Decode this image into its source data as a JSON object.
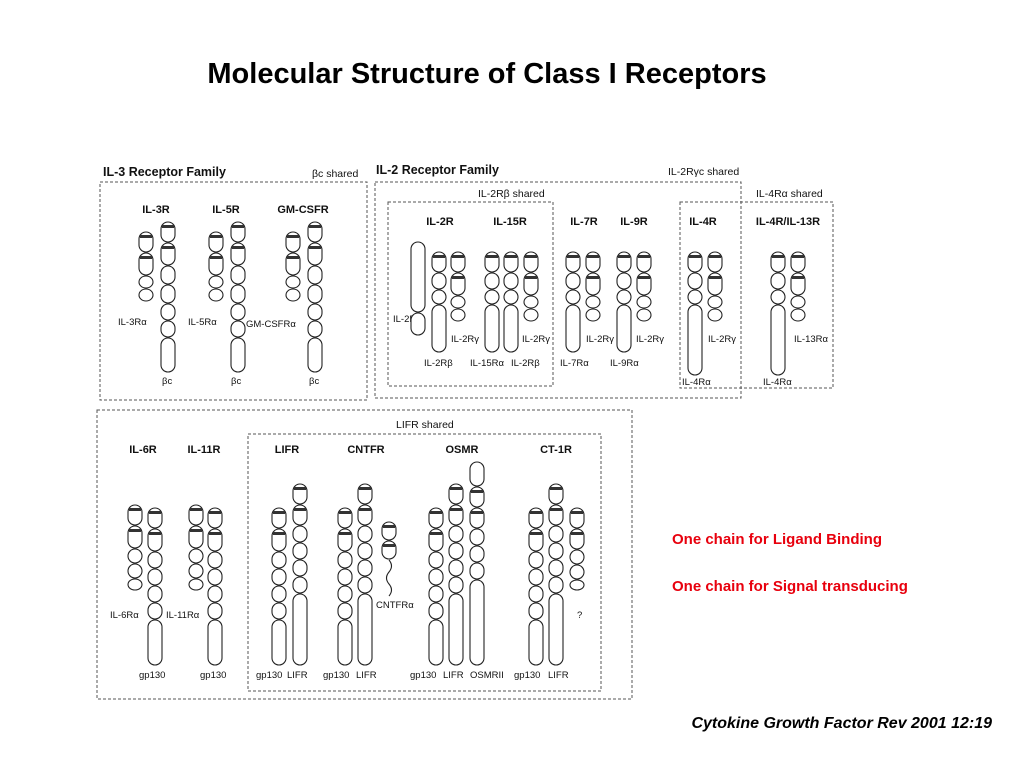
{
  "title": "Molecular Structure of Class I Receptors",
  "notes": {
    "ligand": "One chain for Ligand Binding",
    "signal": "One chain for Signal transducing",
    "color": "#e8000d"
  },
  "citation": "Cytokine Growth Factor Rev 2001 12:19",
  "diagram": {
    "groups": [
      {
        "key": "il3-family",
        "label": "IL-3 Receptor Family",
        "shared": "βc shared"
      },
      {
        "key": "il2-family",
        "label": "IL-2 Receptor Family",
        "shared": "IL-2Rγc shared"
      },
      {
        "key": "il2rb",
        "shared": "IL-2Rβ shared"
      },
      {
        "key": "il4ra",
        "shared": "IL-4Rα shared"
      },
      {
        "key": "gp130-family",
        "shared": "LIFR shared"
      }
    ],
    "receptors": [
      {
        "key": "il3r",
        "name": "IL-3R",
        "chains": [
          "IL-3Rα",
          "βc"
        ]
      },
      {
        "key": "il5r",
        "name": "IL-5R",
        "chains": [
          "IL-5Rα",
          "βc"
        ]
      },
      {
        "key": "gmcsfr",
        "name": "GM-CSFR",
        "chains": [
          "GM-CSFRα",
          "βc"
        ]
      },
      {
        "key": "il2r",
        "name": "IL-2R",
        "chains": [
          "IL-2Rα",
          "IL-2Rβ",
          "IL-2Rγ"
        ]
      },
      {
        "key": "il15r",
        "name": "IL-15R",
        "chains": [
          "IL-15Rα",
          "IL-2Rβ",
          "IL-2Rγ"
        ]
      },
      {
        "key": "il7r",
        "name": "IL-7R",
        "chains": [
          "IL-7Rα",
          "IL-2Rγ"
        ]
      },
      {
        "key": "il9r",
        "name": "IL-9R",
        "chains": [
          "IL-9Rα",
          "IL-2Rγ"
        ]
      },
      {
        "key": "il4r",
        "name": "IL-4R",
        "chains": [
          "IL-4Rα",
          "IL-2Rγ"
        ]
      },
      {
        "key": "il4r-il13r",
        "name": "IL-4R/IL-13R",
        "chains": [
          "IL-4Rα",
          "IL-13Rα"
        ]
      },
      {
        "key": "il6r",
        "name": "IL-6R",
        "chains": [
          "IL-6Rα",
          "gp130"
        ]
      },
      {
        "key": "il11r",
        "name": "IL-11R",
        "chains": [
          "IL-11Rα",
          "gp130"
        ]
      },
      {
        "key": "lifr",
        "name": "LIFR",
        "chains": [
          "gp130",
          "LIFR"
        ]
      },
      {
        "key": "cntfr",
        "name": "CNTFR",
        "chains": [
          "gp130",
          "LIFR",
          "CNTFRα"
        ]
      },
      {
        "key": "osmr",
        "name": "OSMR",
        "chains": [
          "gp130",
          "LIFR",
          "OSMRII"
        ]
      },
      {
        "key": "ct1r",
        "name": "CT-1R",
        "chains": [
          "gp130",
          "LIFR",
          "?"
        ]
      }
    ]
  }
}
